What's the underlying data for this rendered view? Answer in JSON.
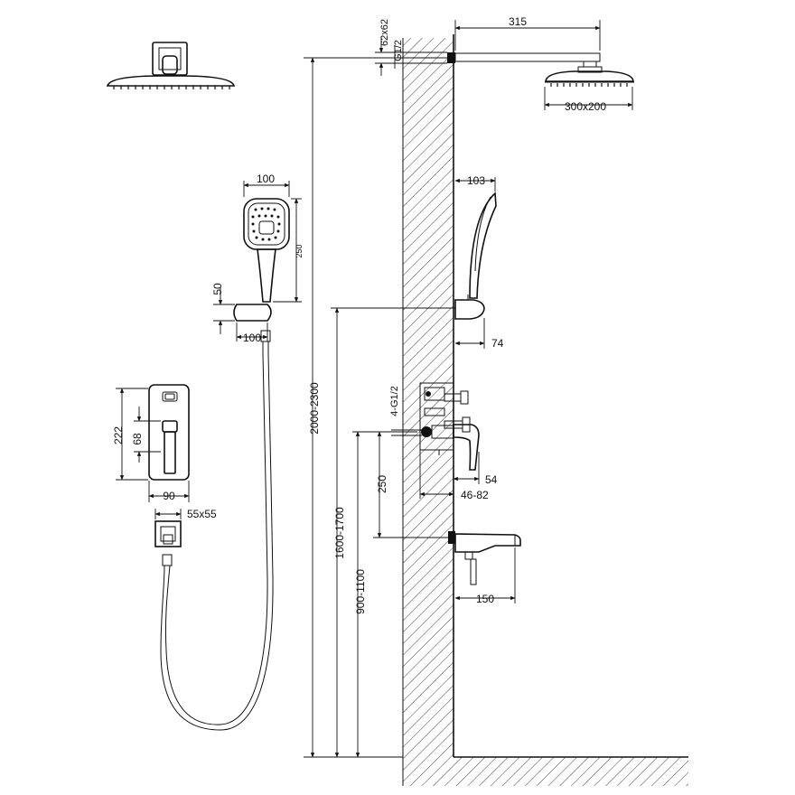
{
  "colors": {
    "ink": "#111111",
    "background": "#ffffff"
  },
  "dimensions": {
    "pipe_size": "62x62",
    "thread_top": "G1/2",
    "arm_length": "315",
    "head_size": "300x200",
    "hand_width_front": "100",
    "hand_length": "250",
    "holder_height": "50",
    "holder_width": "100",
    "hand_depth_side": "103",
    "holder_depth_side": "74",
    "plate_height": "222",
    "lever_height": "68",
    "plate_width": "90",
    "outlet_box": "55x55",
    "head_height_range": "2000-2300",
    "holder_height_range": "1600-1700",
    "valve_thread": "4-G1/2",
    "lever_depth": "54",
    "valve_depth_range": "46-82",
    "valve_to_spout": "250",
    "spout_length": "150",
    "spout_height_range": "900-1100"
  }
}
